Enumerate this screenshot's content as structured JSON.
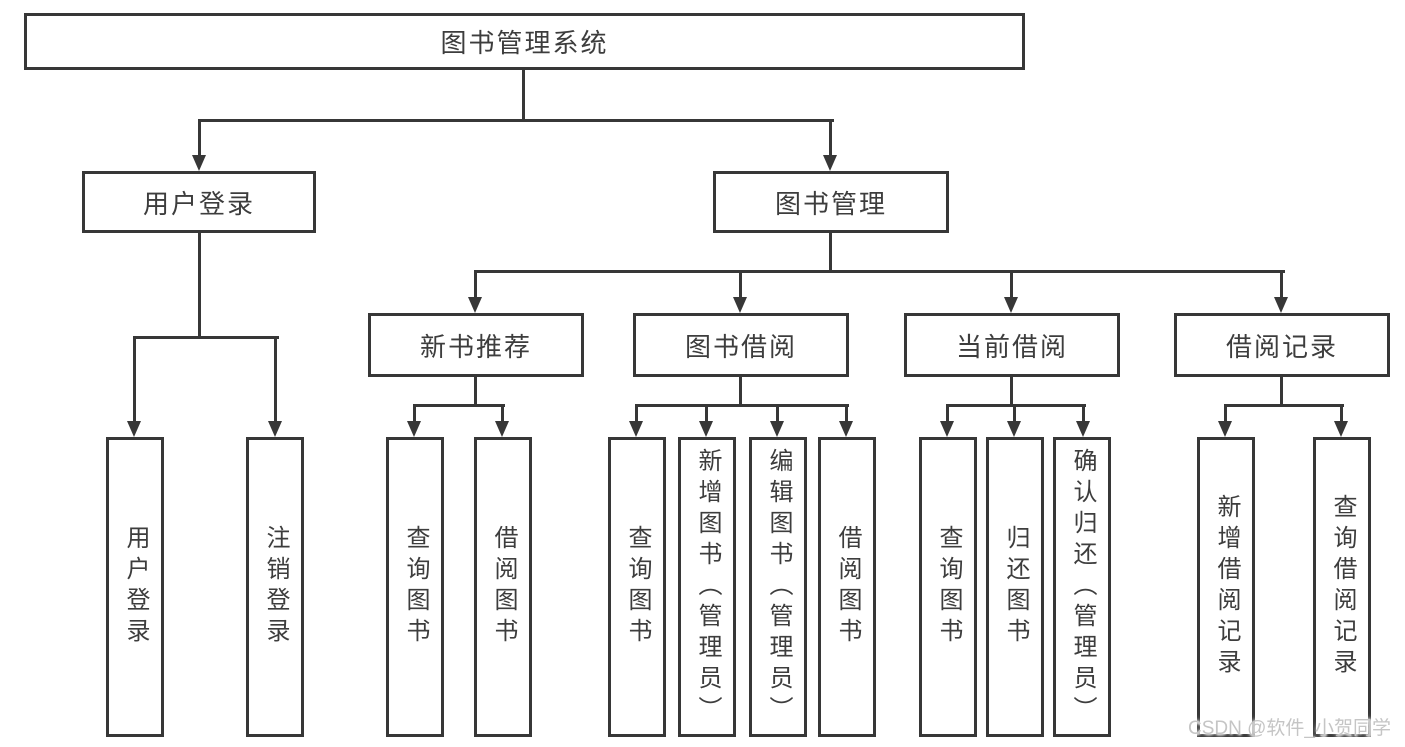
{
  "diagram": {
    "root": {
      "label": "图书管理系统"
    },
    "branches": {
      "user_login": {
        "label": "用户登录",
        "children": [
          {
            "label": "用户登录"
          },
          {
            "label": "注销登录"
          }
        ]
      },
      "book_management": {
        "label": "图书管理",
        "children": [
          {
            "label": "新书推荐",
            "children": [
              {
                "label": "查询图书"
              },
              {
                "label": "借阅图书"
              }
            ]
          },
          {
            "label": "图书借阅",
            "children": [
              {
                "label": "查询图书"
              },
              {
                "label": "新增图书（管理员）"
              },
              {
                "label": "编辑图书（管理员）"
              },
              {
                "label": "借阅图书"
              }
            ]
          },
          {
            "label": "当前借阅",
            "children": [
              {
                "label": "查询图书"
              },
              {
                "label": "归还图书"
              },
              {
                "label": "确认归还（管理员）"
              }
            ]
          },
          {
            "label": "借阅记录",
            "children": [
              {
                "label": "新增借阅记录"
              },
              {
                "label": "查询借阅记录"
              }
            ]
          }
        ]
      }
    },
    "watermark": "CSDN @软件_小贺同学",
    "colors": {
      "line": "#373737",
      "text": "#3d3d3d",
      "watermark": "#c5c5c5",
      "background": "#ffffff"
    }
  }
}
